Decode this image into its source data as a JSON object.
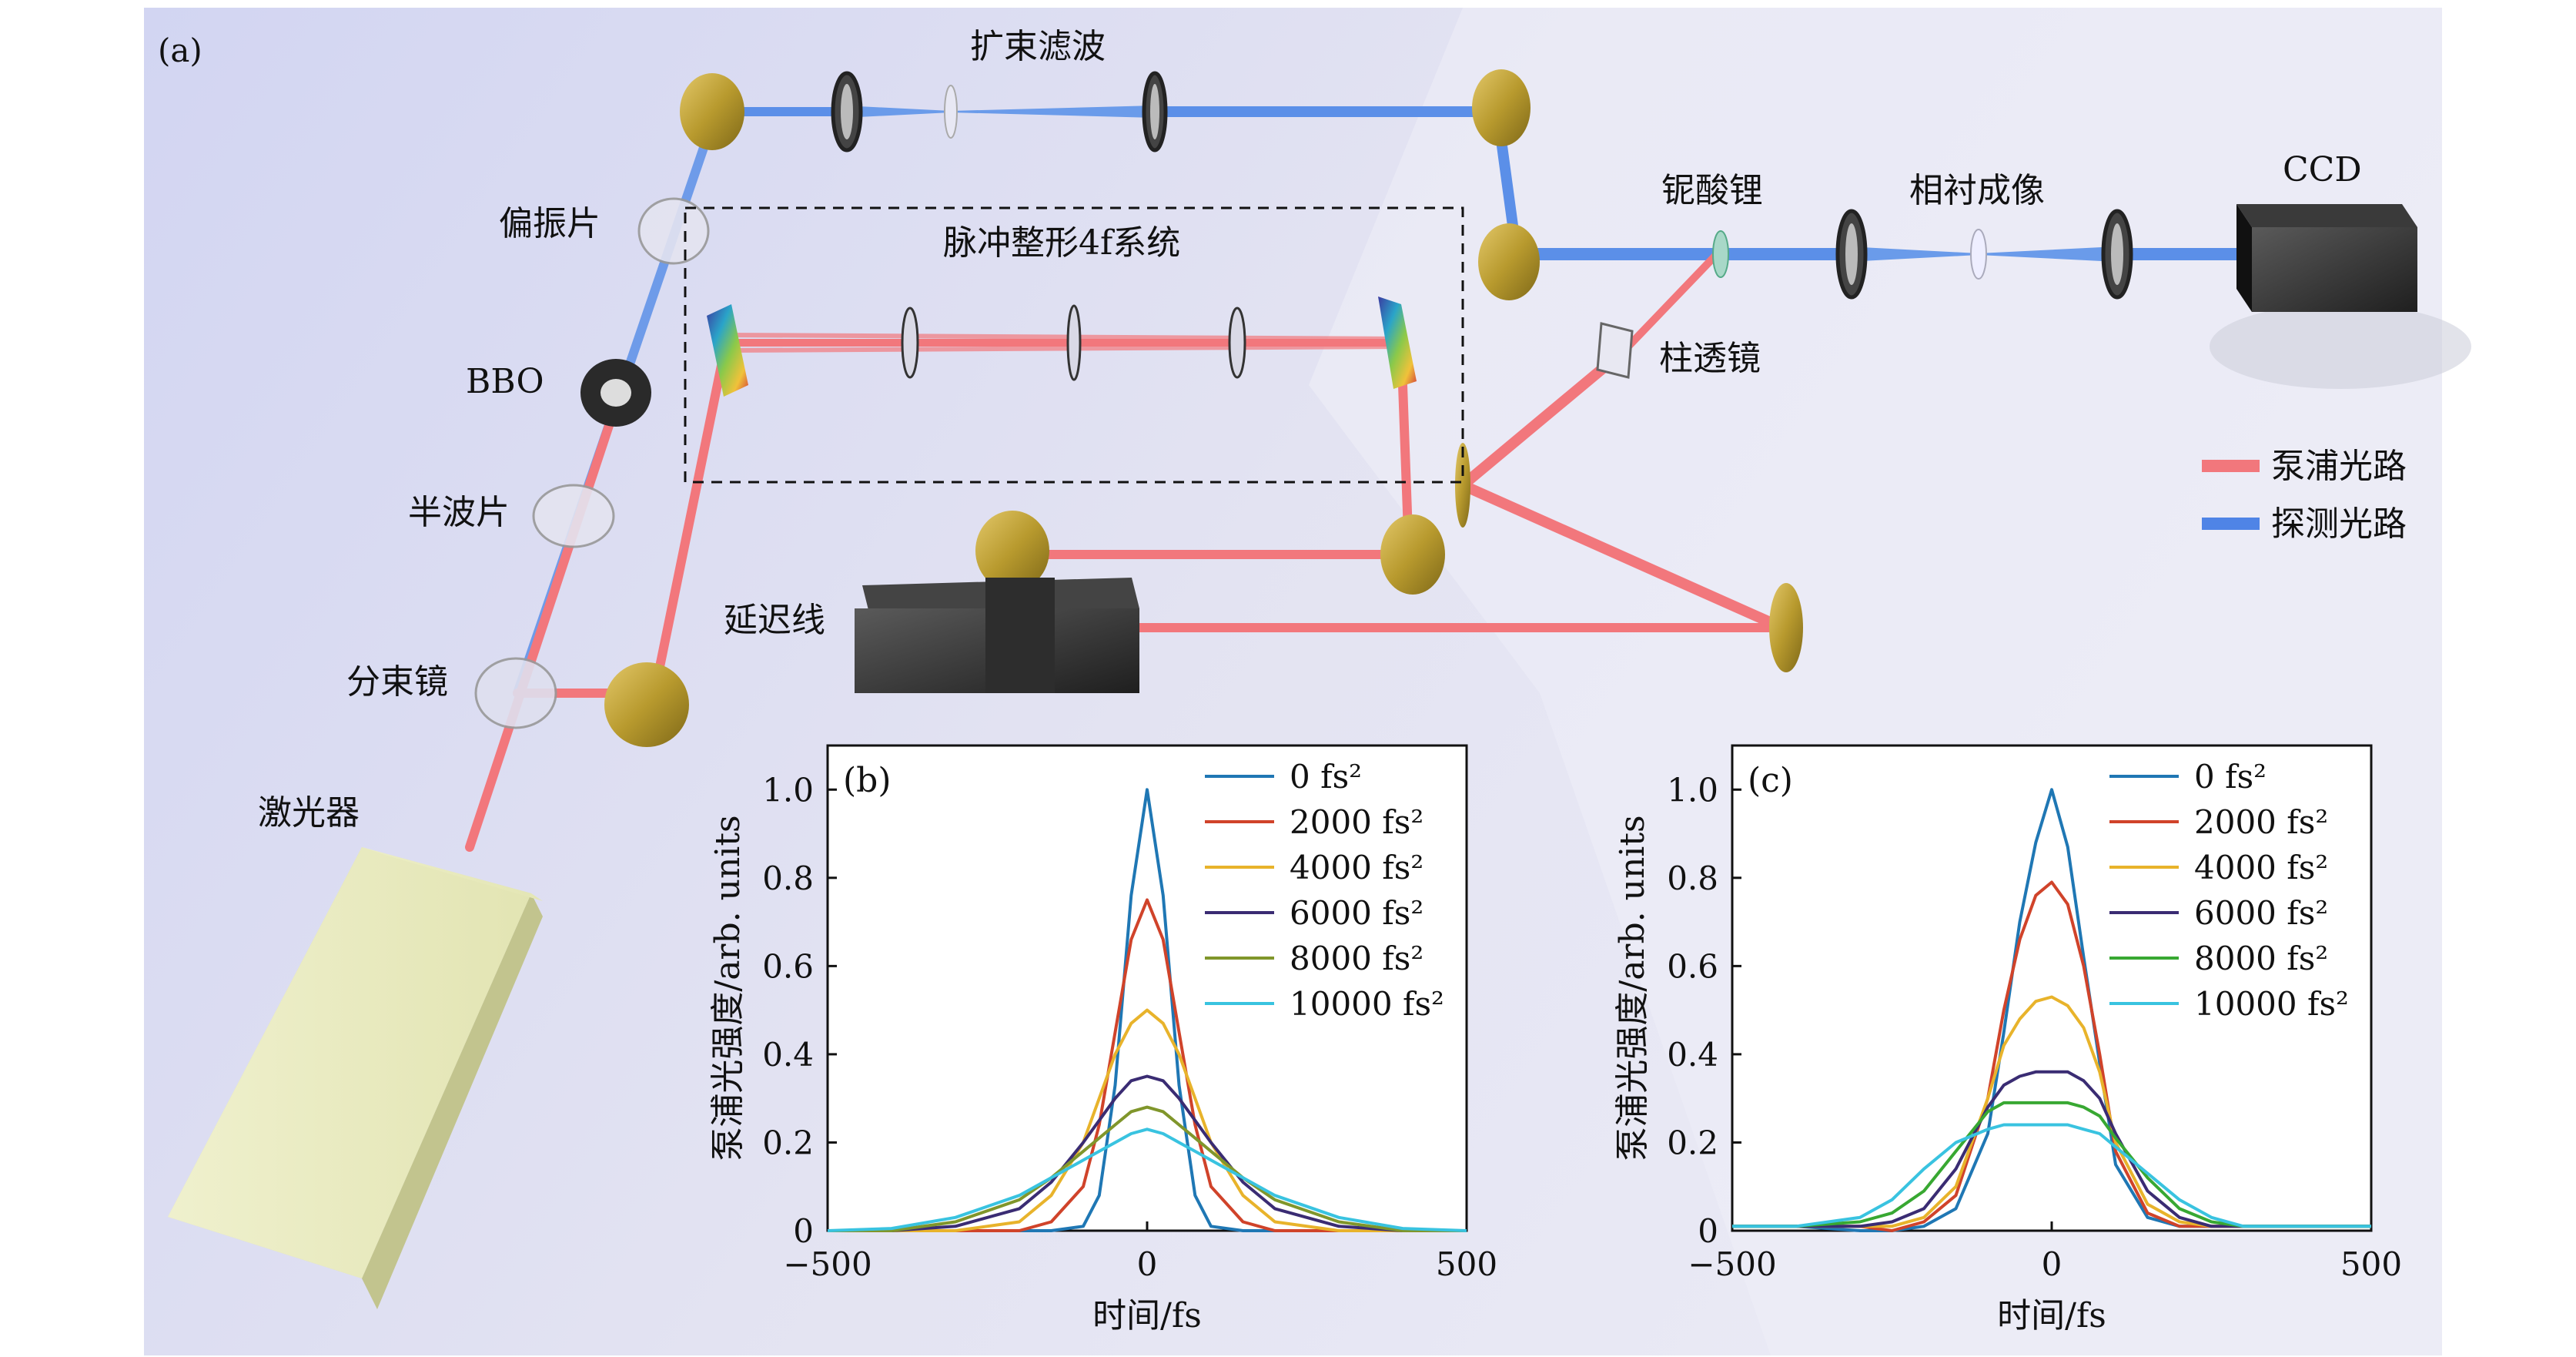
{
  "panel_a": {
    "label": "(a)",
    "labels": {
      "expand_filter": "扩束滤波",
      "polarizer": "偏振片",
      "pulse_shaping": "脉冲整形4f系统",
      "niobate": "铌酸锂",
      "phase_contrast": "相衬成像",
      "ccd": "CCD",
      "cyl_lens": "柱透镜",
      "bbo": "BBO",
      "halfwave": "半波片",
      "delay": "延迟线",
      "splitter": "分束镜",
      "laser": "激光器"
    },
    "legend": [
      {
        "label": "泵浦光路",
        "color": "#f2777c"
      },
      {
        "label": "探测光路",
        "color": "#4f84e6"
      }
    ]
  },
  "chart_data": [
    {
      "panel": "(b)",
      "type": "line",
      "title": "",
      "xlabel": "时间/fs",
      "ylabel": "泵浦光强度/arb. units",
      "xlim": [
        -500,
        500
      ],
      "ylim": [
        0,
        1.1
      ],
      "xticks": [
        "−500",
        "0",
        "500"
      ],
      "yticks": [
        "0",
        "0.2",
        "0.4",
        "0.6",
        "0.8",
        "1.0"
      ],
      "x": [
        -500,
        -400,
        -300,
        -200,
        -150,
        -100,
        -75,
        -50,
        -25,
        0,
        25,
        50,
        75,
        100,
        150,
        200,
        300,
        400,
        500
      ],
      "series": [
        {
          "name": "0 fs²",
          "color": "#1f77b4",
          "values": [
            0,
            0,
            0,
            0,
            0,
            0.01,
            0.08,
            0.33,
            0.76,
            1.0,
            0.76,
            0.33,
            0.08,
            0.01,
            0,
            0,
            0,
            0,
            0
          ]
        },
        {
          "name": "2000 fs²",
          "color": "#d0432a",
          "values": [
            0,
            0,
            0,
            0,
            0.02,
            0.1,
            0.24,
            0.45,
            0.66,
            0.75,
            0.66,
            0.45,
            0.24,
            0.1,
            0.02,
            0,
            0,
            0,
            0
          ]
        },
        {
          "name": "4000 fs²",
          "color": "#e8b32b",
          "values": [
            0,
            0,
            0,
            0.02,
            0.08,
            0.2,
            0.3,
            0.4,
            0.47,
            0.5,
            0.47,
            0.4,
            0.3,
            0.2,
            0.08,
            0.02,
            0,
            0,
            0
          ]
        },
        {
          "name": "6000 fs²",
          "color": "#3a2c73",
          "values": [
            0,
            0,
            0.01,
            0.05,
            0.11,
            0.2,
            0.25,
            0.3,
            0.34,
            0.35,
            0.34,
            0.3,
            0.25,
            0.2,
            0.11,
            0.05,
            0.01,
            0,
            0
          ]
        },
        {
          "name": "8000 fs²",
          "color": "#80962b",
          "values": [
            0,
            0,
            0.02,
            0.07,
            0.12,
            0.18,
            0.21,
            0.24,
            0.27,
            0.28,
            0.27,
            0.24,
            0.21,
            0.18,
            0.12,
            0.07,
            0.02,
            0,
            0
          ]
        },
        {
          "name": "10000 fs²",
          "color": "#39c3e0",
          "values": [
            0,
            0.005,
            0.03,
            0.08,
            0.12,
            0.16,
            0.18,
            0.2,
            0.22,
            0.23,
            0.22,
            0.2,
            0.18,
            0.16,
            0.12,
            0.08,
            0.03,
            0.005,
            0
          ]
        }
      ]
    },
    {
      "panel": "(c)",
      "type": "line",
      "title": "",
      "xlabel": "时间/fs",
      "ylabel": "泵浦光强度/arb. units",
      "xlim": [
        -500,
        500
      ],
      "ylim": [
        0,
        1.1
      ],
      "xticks": [
        "−500",
        "0",
        "500"
      ],
      "yticks": [
        "0",
        "0.2",
        "0.4",
        "0.6",
        "0.8",
        "1.0"
      ],
      "x": [
        -500,
        -400,
        -300,
        -250,
        -200,
        -150,
        -100,
        -75,
        -50,
        -25,
        0,
        25,
        50,
        75,
        100,
        150,
        200,
        250,
        300,
        400,
        500
      ],
      "series": [
        {
          "name": "0 fs²",
          "color": "#1f77b4",
          "values": [
            0.01,
            0.01,
            0.0,
            0.0,
            0.01,
            0.05,
            0.22,
            0.45,
            0.7,
            0.88,
            1.0,
            0.87,
            0.62,
            0.38,
            0.15,
            0.03,
            0.01,
            0.01,
            0.01,
            0.01,
            0.01
          ]
        },
        {
          "name": "2000 fs²",
          "color": "#d0432a",
          "values": [
            0.01,
            0.01,
            0.01,
            0.0,
            0.02,
            0.08,
            0.3,
            0.5,
            0.66,
            0.76,
            0.79,
            0.74,
            0.6,
            0.4,
            0.18,
            0.04,
            0.01,
            0.01,
            0.01,
            0.01,
            0.01
          ]
        },
        {
          "name": "4000 fs²",
          "color": "#e8b32b",
          "values": [
            0.01,
            0.01,
            0.01,
            0.01,
            0.03,
            0.1,
            0.3,
            0.42,
            0.48,
            0.52,
            0.53,
            0.51,
            0.46,
            0.36,
            0.2,
            0.06,
            0.02,
            0.01,
            0.01,
            0.01,
            0.01
          ]
        },
        {
          "name": "6000 fs²",
          "color": "#3a2c73",
          "values": [
            0.01,
            0.01,
            0.01,
            0.02,
            0.05,
            0.14,
            0.28,
            0.33,
            0.35,
            0.36,
            0.36,
            0.36,
            0.34,
            0.3,
            0.22,
            0.09,
            0.03,
            0.01,
            0.01,
            0.01,
            0.01
          ]
        },
        {
          "name": "8000 fs²",
          "color": "#38a832",
          "values": [
            0.01,
            0.01,
            0.02,
            0.04,
            0.09,
            0.18,
            0.27,
            0.29,
            0.29,
            0.29,
            0.29,
            0.29,
            0.28,
            0.26,
            0.21,
            0.12,
            0.05,
            0.02,
            0.01,
            0.01,
            0.01
          ]
        },
        {
          "name": "10000 fs²",
          "color": "#39c3e0",
          "values": [
            0.01,
            0.01,
            0.03,
            0.07,
            0.14,
            0.2,
            0.23,
            0.24,
            0.24,
            0.24,
            0.24,
            0.24,
            0.23,
            0.22,
            0.19,
            0.13,
            0.07,
            0.03,
            0.01,
            0.01,
            0.01
          ]
        }
      ]
    }
  ]
}
